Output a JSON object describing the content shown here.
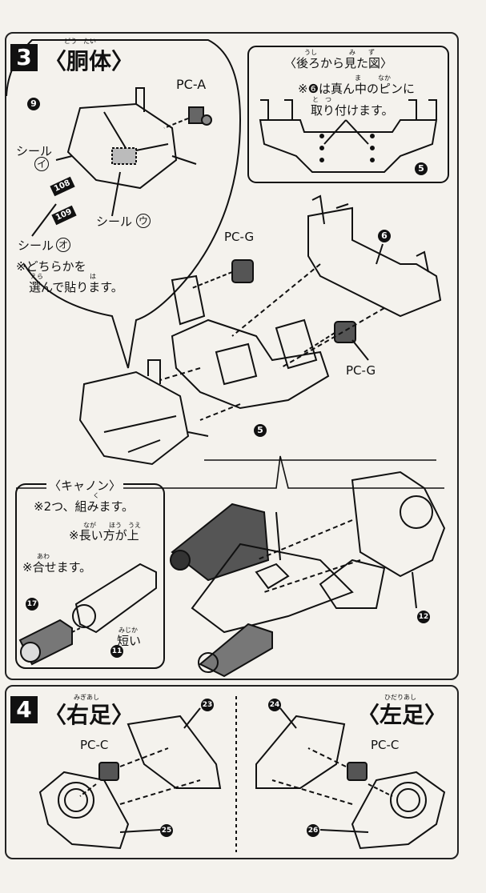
{
  "section3": {
    "step_number": "3",
    "title": "〈胴体〉",
    "title_ruby": "どう　たい",
    "pc_a": "PC-A",
    "part_9": "9",
    "seal_i": "シール",
    "seal_i_mark": "イ",
    "seal_u": "シール",
    "seal_u_mark": "ウ",
    "seal_o": "シール",
    "seal_o_mark": "オ",
    "sticker_108": "108",
    "sticker_109": "109",
    "note_line1": "※どちらかを",
    "note_line2": "選んで貼ります。",
    "note_ruby_erab": "えら",
    "note_ruby_ha": "は"
  },
  "rear_view": {
    "title": "〈後ろから見た図〉",
    "title_ruby": "うし　　　　　み　　ず",
    "note_line1": "※❻は真ん中のピンに",
    "note_line2": "取り付けます。",
    "ruby_ma": "ま",
    "ruby_naka": "なか",
    "ruby_tsu": "と　つ",
    "part_5": "5"
  },
  "section3_parts": {
    "pc_g_top": "PC-G",
    "pc_g_right": "PC-G",
    "part_6": "6",
    "part_5": "5"
  },
  "cannon": {
    "title": "〈キャノン〉",
    "note_two": "※2つ、組みます。",
    "ruby_ku": "く",
    "note_long": "※長い方が上",
    "ruby_long": "なが　　ほう　うえ",
    "note_match": "※合せます。",
    "ruby_awa": "あわ",
    "part_17": "17",
    "part_11": "11",
    "part_12": "12",
    "short_label": "短い",
    "ruby_short": "みじか"
  },
  "section4": {
    "step_number": "4",
    "right_title": "〈右足〉",
    "right_ruby": "みぎあし",
    "left_title": "〈左足〉",
    "left_ruby": "ひだりあし",
    "pc_c_right": "PC-C",
    "pc_c_left": "PC-C",
    "part_23": "23",
    "part_24": "24",
    "part_25": "25",
    "part_26": "26"
  },
  "colors": {
    "ink": "#111111",
    "paper": "#f4f2ed",
    "part_gray": "#555555"
  }
}
